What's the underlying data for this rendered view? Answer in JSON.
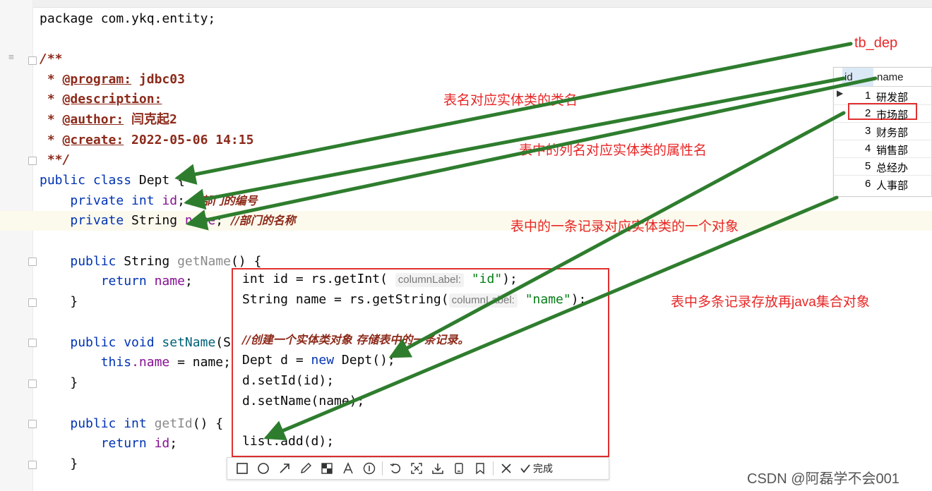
{
  "editor": {
    "lines": {
      "package": "package com.ykq.entity;",
      "doc_open": "/**",
      "doc_program_tag": "@program:",
      "doc_program_val": " jdbc03",
      "doc_description_tag": "@description:",
      "doc_author_tag": "@author:",
      "doc_author_val": " 闫克起2",
      "doc_create_tag": "@create:",
      "doc_create_val": " 2022-05-06 14:15",
      "doc_close": " **/",
      "class_kw": "public class",
      "class_name": " Dept {",
      "f1_kw": "private int",
      "f1_name": "id",
      "f1_comment": "//部门的编号",
      "f2_kw": "private",
      "f2_type": " String ",
      "f2_name": "name",
      "f2_comment": "//部门的名称",
      "getname_kw": "public",
      "getname_type": " String ",
      "getname_name": "getName",
      "getname_rest": "() {",
      "return_kw": "return",
      "return_name": "name",
      "brace": "}",
      "setname_kw": "public void",
      "setname_name": "setName",
      "setname_rest": "(S",
      "this_kw": "this",
      "this_rest_field": ".name",
      "this_rest": " = name;",
      "getid_kw": "public int",
      "getid_name": "getId",
      "getid_rest": "() {",
      "return_id": "id"
    }
  },
  "popup": {
    "l1_code_a": "int id = rs.getInt(",
    "l1_hint": "columnLabel:",
    "l1_str": "\"id\"",
    "l1_end": ");",
    "l2_code_a": "String name = rs.getString(",
    "l2_hint": "columnLabel:",
    "l2_str": "\"name\"",
    "l2_end": ");",
    "l3_comment": "//创建一个实体类对象 存储表中的一条记录。",
    "l4_a": "Dept d = ",
    "l4_new": "new",
    "l4_b": " Dept();",
    "l5": "d.setId(id);",
    "l6": "d.setName(name);",
    "l7": "list.add(d);"
  },
  "toolbar": {
    "icons": [
      "rectangle-icon",
      "circle-icon",
      "arrow-icon",
      "pencil-icon",
      "mosaic-icon",
      "text-icon",
      "number-icon",
      "undo-icon",
      "crop-icon",
      "download-icon",
      "pin-icon",
      "bookmark-icon",
      "close-icon"
    ],
    "done_label": "完成"
  },
  "db_table": {
    "title": "tb_dep",
    "columns": [
      "id",
      "name"
    ],
    "rows": [
      {
        "id": "1",
        "name": "研发部"
      },
      {
        "id": "2",
        "name": "市场部"
      },
      {
        "id": "3",
        "name": "财务部"
      },
      {
        "id": "4",
        "name": "销售部"
      },
      {
        "id": "5",
        "name": "总经办"
      },
      {
        "id": "6",
        "name": "人事部"
      }
    ],
    "highlighted_row": 2
  },
  "annotations": {
    "n1": "表名对应实体类的类名",
    "n2": "表中的列名对应实体类的属性名",
    "n3": "表中的一条记录对应实体类的一个对象",
    "n4": "表中多条记录存放再java集合对象"
  },
  "colors": {
    "annotation_red": "#e82626",
    "arrow_green": "#2e7d2e"
  },
  "watermark": "CSDN @阿磊学不会001"
}
